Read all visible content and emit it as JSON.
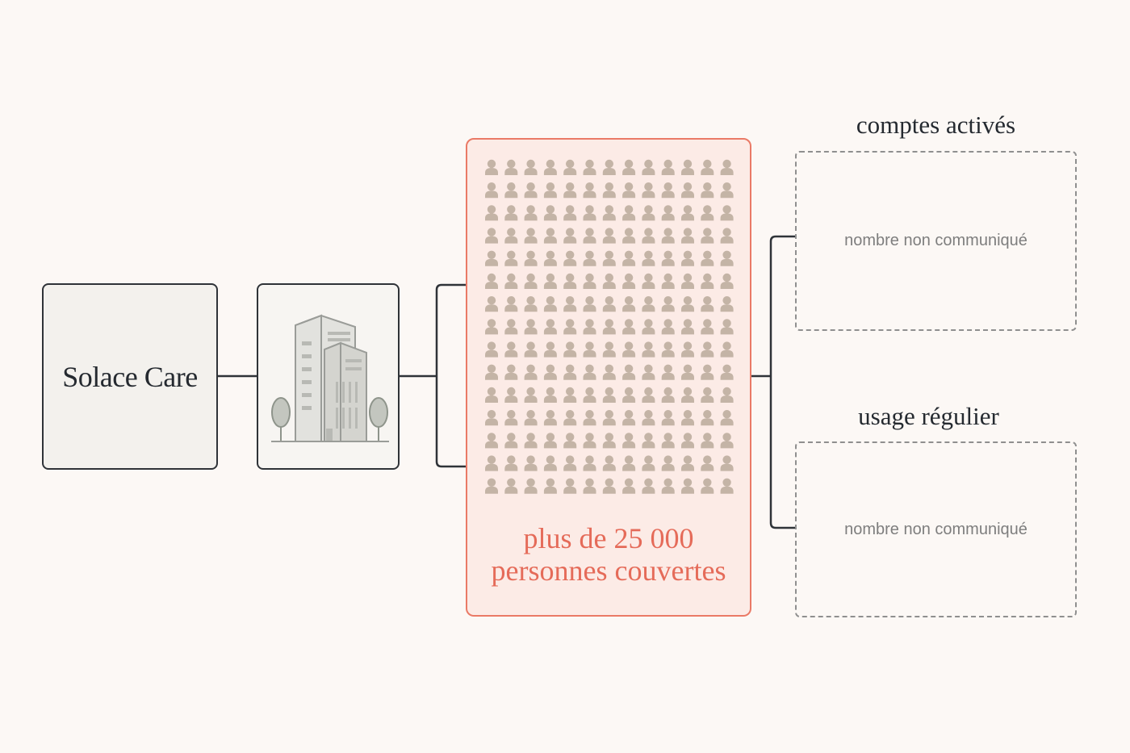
{
  "brand": {
    "name": "Solace Care"
  },
  "building": {
    "icon": "office-building-icon"
  },
  "coverage": {
    "line1": "plus de 25 000",
    "line2": "personnes couvertes",
    "icon": "person-icon",
    "color": "#e56b59"
  },
  "outcomes": {
    "activated": {
      "title": "comptes activés",
      "note": "nombre non communiqué"
    },
    "regular_use": {
      "title": "usage régulier",
      "note": "nombre non communiqué"
    }
  },
  "colors": {
    "background": "#fcf8f5",
    "accent": "#ea7a66",
    "person": "#c4b4a6",
    "line": "#2f3338"
  }
}
